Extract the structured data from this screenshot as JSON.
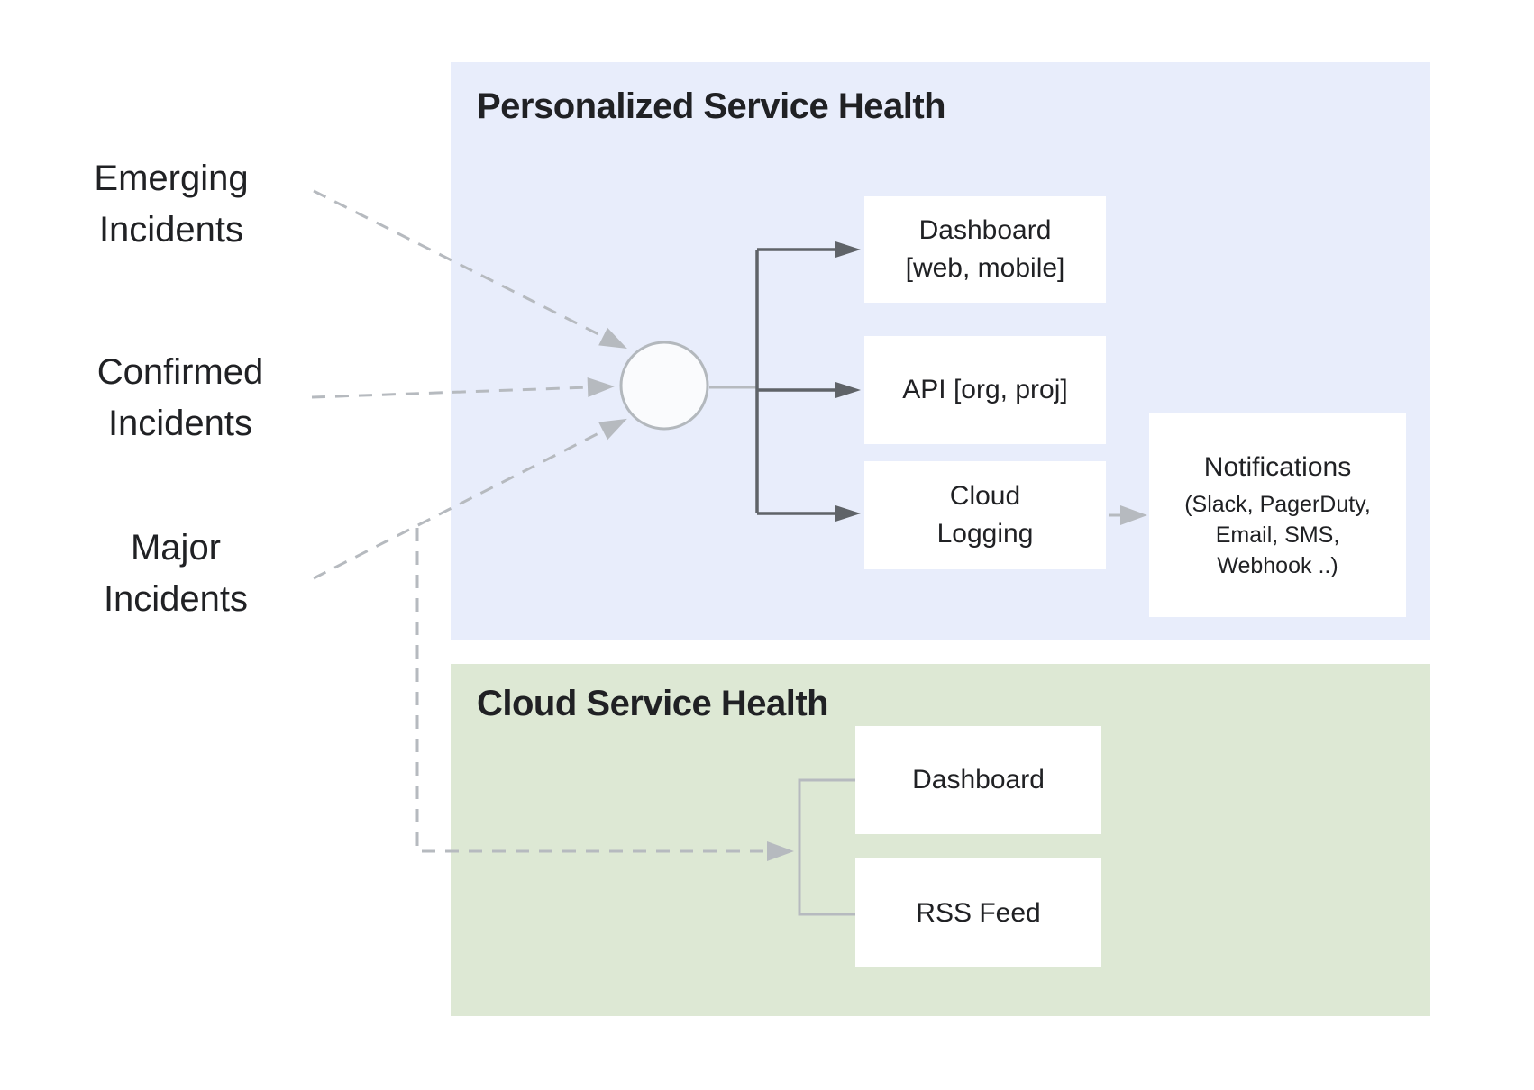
{
  "colors": {
    "page_bg": "#ffffff",
    "personalized_panel_bg": "#e8edfb",
    "cloud_panel_bg": "#dde8d4",
    "box_bg": "#ffffff",
    "text": "#202124",
    "dark_connector": "#5f6368",
    "light_connector": "#b6babf"
  },
  "left_labels": [
    {
      "line1": "Emerging",
      "line2": "Incidents"
    },
    {
      "line1": "Confirmed",
      "line2": "Incidents"
    },
    {
      "line1": "Major",
      "line2": "Incidents"
    }
  ],
  "personalized_panel": {
    "title": "Personalized Service Health",
    "dashboard_box": {
      "line1": "Dashboard",
      "line2": "[web, mobile]"
    },
    "api_box": {
      "label": "API [org, proj]"
    },
    "cloud_logging_box": {
      "line1": "Cloud",
      "line2": "Logging"
    },
    "notifications_box": {
      "title": "Notifications",
      "sub_line1": "(Slack, PagerDuty,",
      "sub_line2": "Email, SMS,",
      "sub_line3": "Webhook ..)"
    }
  },
  "cloud_panel": {
    "title": "Cloud Service Health",
    "dashboard_box": {
      "label": "Dashboard"
    },
    "rss_box": {
      "label": "RSS Feed"
    }
  }
}
